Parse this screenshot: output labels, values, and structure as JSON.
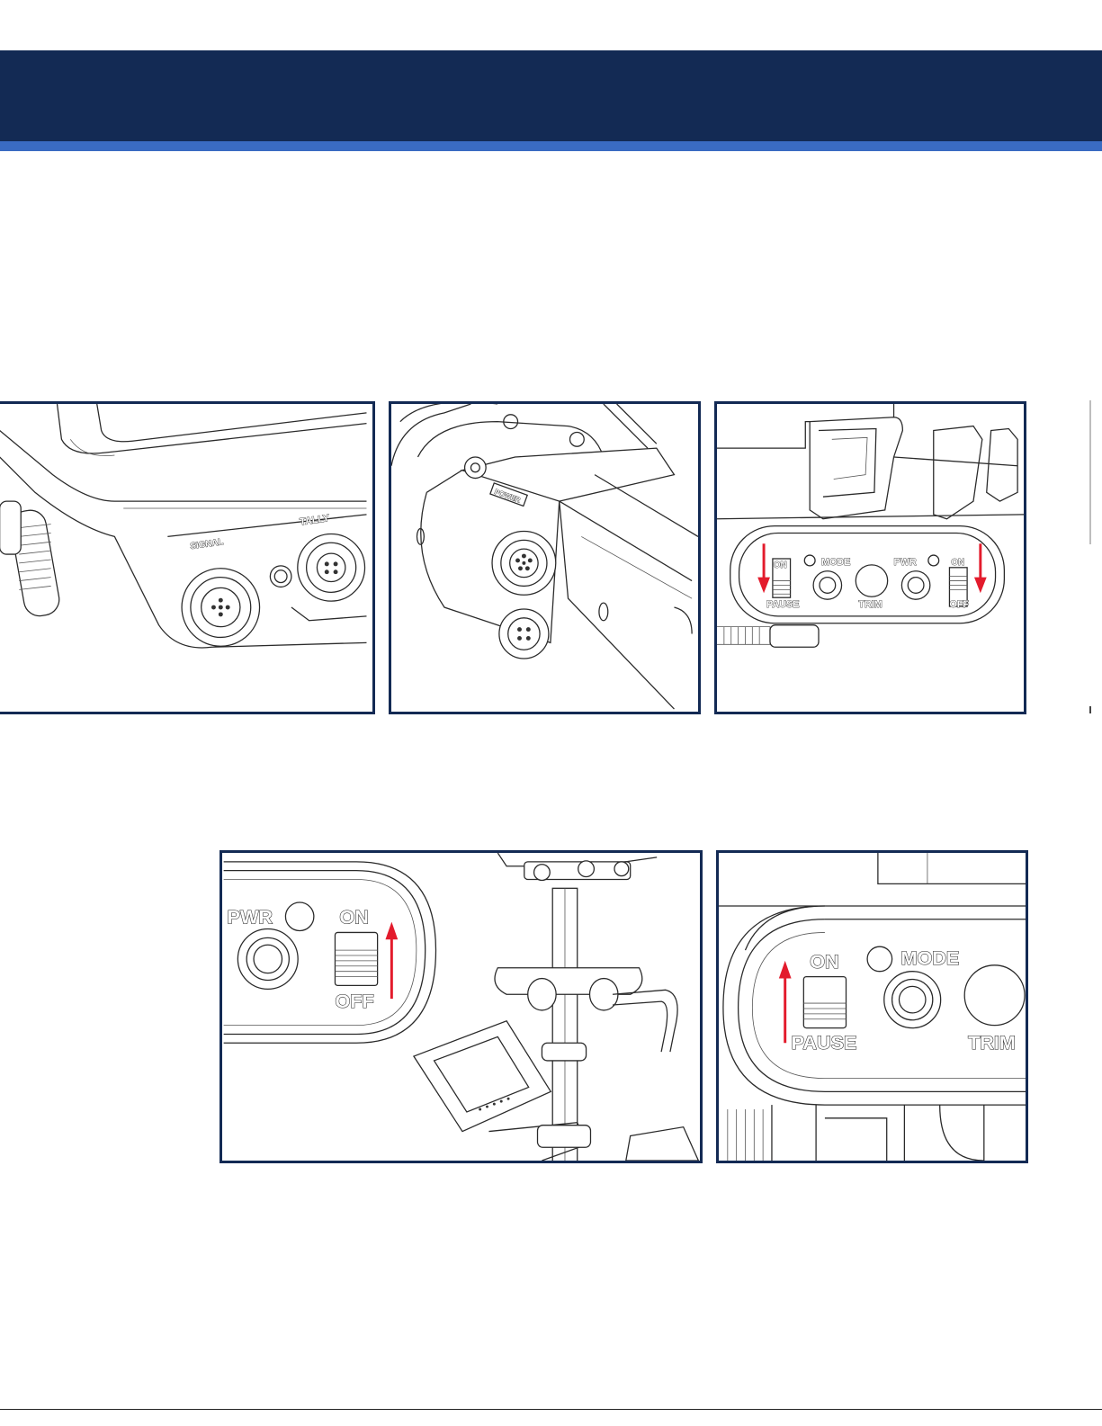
{
  "colors": {
    "header": "#132a54",
    "stripe": "#3a6bc2",
    "panel_border": "#132a54",
    "arrow": "#e31b2c"
  },
  "panels": {
    "p1": {
      "signal_label": "SIGNAL",
      "tally_label": "TALLY"
    },
    "p2": {
      "badge_label": "POWER"
    },
    "p3": {
      "on_left": "ON",
      "pause": "PAUSE",
      "mode": "MODE",
      "trim": "TRIM",
      "pwr": "PWR",
      "on_right": "ON",
      "off": "OFF"
    },
    "p4": {
      "pwr": "PWR",
      "on": "ON",
      "off": "OFF"
    },
    "p5": {
      "on": "ON",
      "mode": "MODE",
      "pause": "PAUSE",
      "trim": "TRIM"
    }
  }
}
